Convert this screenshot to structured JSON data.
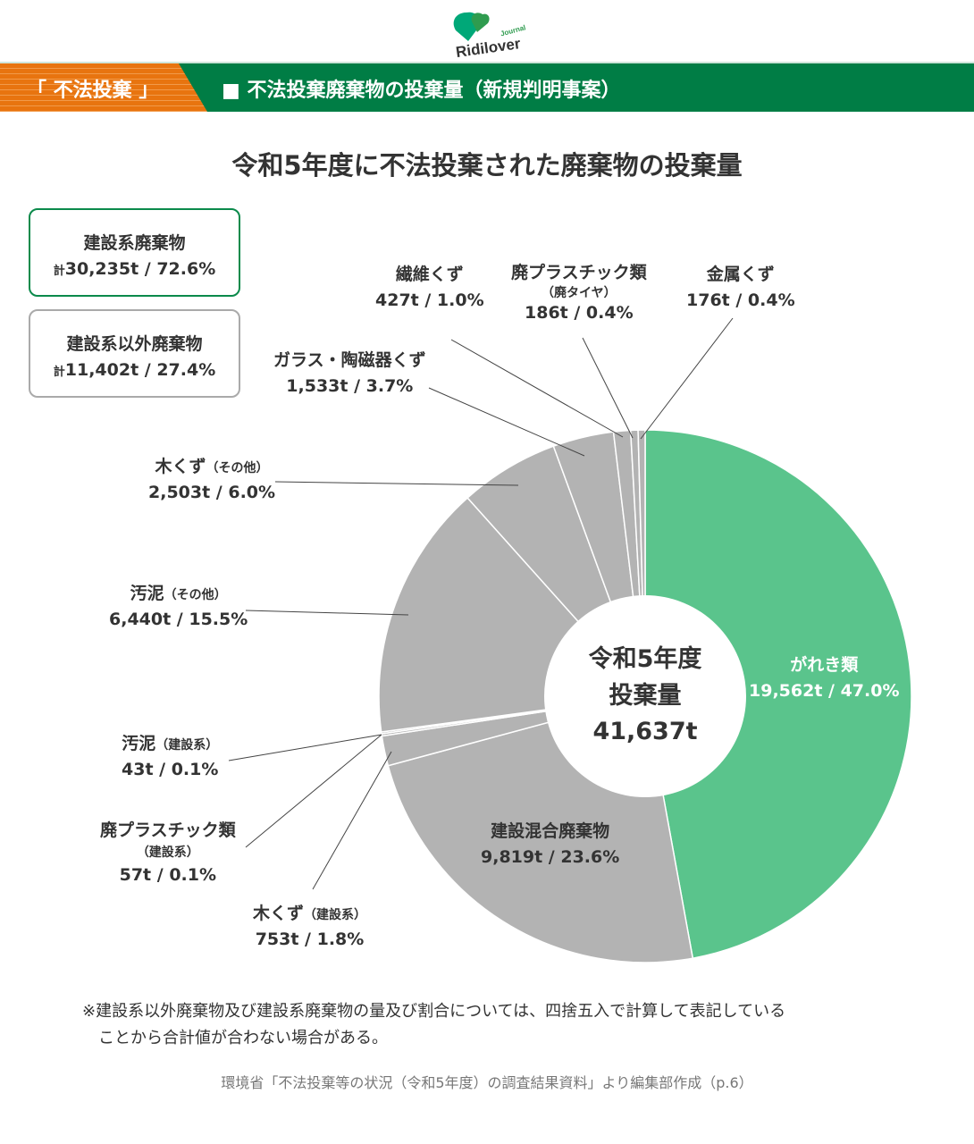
{
  "header": {
    "logo_text": "Ridilover",
    "logo_sub": "Journal",
    "category_tag": "「 不法投棄 」",
    "section_title": "■ 不法投棄廃棄物の投棄量（新規判明事案）"
  },
  "groups": [
    {
      "name": "建設系廃棄物",
      "prefix": "計",
      "amount": "30,235t",
      "percent": "72.6%"
    },
    {
      "name": "建設系以外廃棄物",
      "prefix": "計",
      "amount": "11,402t",
      "percent": "27.4%"
    }
  ],
  "center": {
    "line1": "令和5年度",
    "line2": "投棄量",
    "total": "41,637t"
  },
  "note": {
    "line1": "※建設系以外廃棄物及び建設系廃棄物の量及び割合については、四捨五入で計算して表記している",
    "line2": "ことから合計値が合わない場合がある。"
  },
  "source": "環境省「不法投棄等の状況（令和5年度）の調査結果資料」より編集部作成（p.6）",
  "colors": {
    "construction_main": "#5ac48c",
    "other": "#b3b3b3",
    "banner_green": "#007d45",
    "banner_orange": "#e8740f"
  },
  "chart_data": {
    "type": "pie",
    "title": "令和5年度に不法投棄された廃棄物の投棄量",
    "donut": true,
    "total_label": "41,637t",
    "start_angle": "12 o'clock, clockwise",
    "slices": [
      {
        "label": "がれき類",
        "sub": "",
        "value": 19562,
        "amount": "19,562t",
        "percent": 47.0,
        "percent_label": "47.0%",
        "color": "#5ac48c",
        "group": "建設系"
      },
      {
        "label": "建設混合廃棄物",
        "sub": "",
        "value": 9819,
        "amount": "9,819t",
        "percent": 23.6,
        "percent_label": "23.6%",
        "color": "#b3b3b3",
        "group": "建設系"
      },
      {
        "label": "木くず",
        "sub": "（建設系）",
        "value": 753,
        "amount": "753t",
        "percent": 1.8,
        "percent_label": "1.8%",
        "color": "#b3b3b3",
        "group": "建設系"
      },
      {
        "label": "廃プラスチック類",
        "sub": "（建設系）",
        "value": 57,
        "amount": "57t",
        "percent": 0.1,
        "percent_label": "0.1%",
        "color": "#b3b3b3",
        "group": "建設系"
      },
      {
        "label": "汚泥",
        "sub": "（建設系）",
        "value": 43,
        "amount": "43t",
        "percent": 0.1,
        "percent_label": "0.1%",
        "color": "#b3b3b3",
        "group": "建設系"
      },
      {
        "label": "汚泥",
        "sub": "（その他）",
        "value": 6440,
        "amount": "6,440t",
        "percent": 15.5,
        "percent_label": "15.5%",
        "color": "#b3b3b3",
        "group": "建設系以外"
      },
      {
        "label": "木くず",
        "sub": "（その他）",
        "value": 2503,
        "amount": "2,503t",
        "percent": 6.0,
        "percent_label": "6.0%",
        "color": "#b3b3b3",
        "group": "建設系以外"
      },
      {
        "label": "ガラス・陶磁器くず",
        "sub": "",
        "value": 1533,
        "amount": "1,533t",
        "percent": 3.7,
        "percent_label": "3.7%",
        "color": "#b3b3b3",
        "group": "建設系以外"
      },
      {
        "label": "繊維くず",
        "sub": "",
        "value": 427,
        "amount": "427t",
        "percent": 1.0,
        "percent_label": "1.0%",
        "color": "#b3b3b3",
        "group": "建設系以外"
      },
      {
        "label": "廃プラスチック類",
        "sub": "（廃タイヤ）",
        "value": 186,
        "amount": "186t",
        "percent": 0.4,
        "percent_label": "0.4%",
        "color": "#b3b3b3",
        "group": "建設系以外"
      },
      {
        "label": "金属くず",
        "sub": "",
        "value": 176,
        "amount": "176t",
        "percent": 0.4,
        "percent_label": "0.4%",
        "color": "#b3b3b3",
        "group": "建設系以外"
      }
    ]
  }
}
